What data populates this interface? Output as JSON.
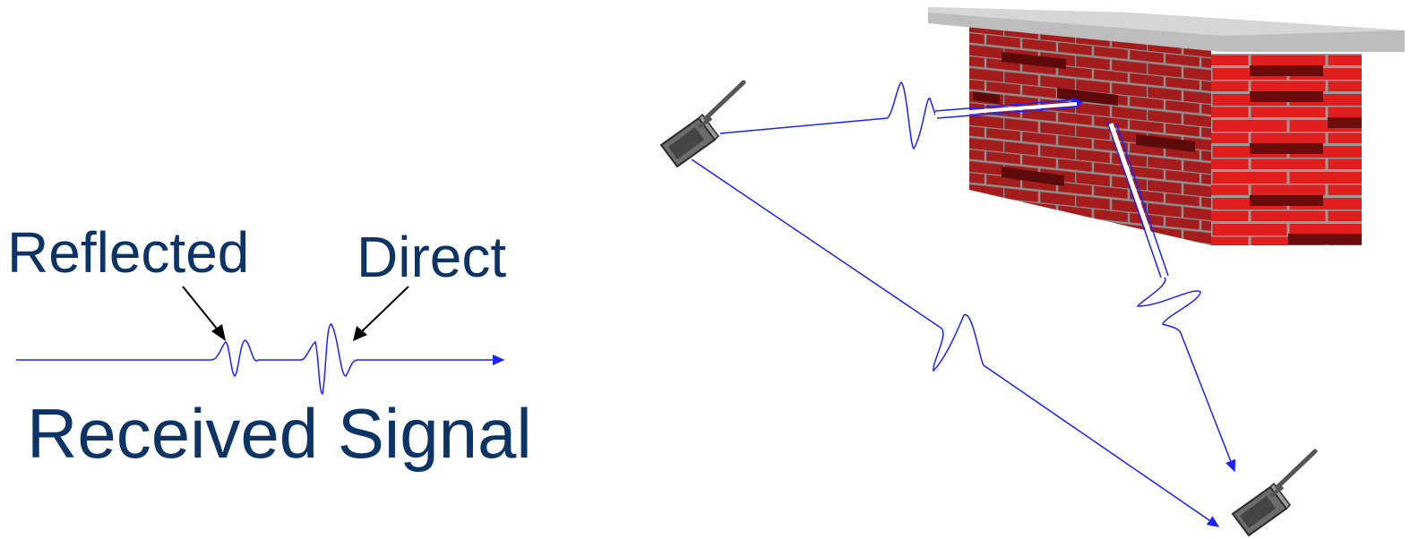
{
  "labels": {
    "reflected": "Reflected",
    "direct": "Direct",
    "received_signal": "Received Signal"
  },
  "colors": {
    "signal": "#1a22ff",
    "label_text": "#0d3466",
    "brick_front": "#d42020",
    "brick_side": "#a51c1c",
    "brick_dark": "#5c0a0a",
    "mortar": "#9a9a9a",
    "roof": "#bdbdbd"
  },
  "icons": {
    "transmitter": "walkie-talkie-icon",
    "receiver": "walkie-talkie-icon"
  }
}
